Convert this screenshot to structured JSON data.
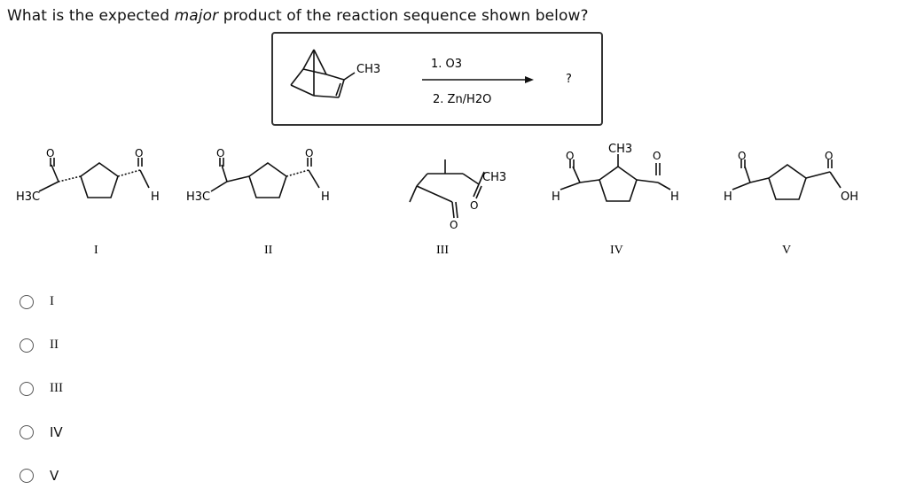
{
  "question": {
    "before": "What is the expected ",
    "emphasis": "major",
    "after": " product of the reaction sequence shown below?"
  },
  "scheme": {
    "reactant_group": "CH3",
    "step1": "1. O3",
    "step2": "2. Zn/H2O",
    "product": "?"
  },
  "structures": [
    {
      "label": "I",
      "left_group": "H3C",
      "right_group": "H"
    },
    {
      "label": "II",
      "left_group": "H3C",
      "right_group": "H"
    },
    {
      "label": "III",
      "group": "CH3",
      "oxygen_a": "O",
      "oxygen_b": "O"
    },
    {
      "label": "IV",
      "top_group": "CH3",
      "left_group": "H",
      "right_group": "H"
    },
    {
      "label": "V",
      "left_group": "H",
      "right_group": "OH"
    }
  ],
  "options": [
    {
      "label": "I"
    },
    {
      "label": "II"
    },
    {
      "label": "III"
    },
    {
      "label": "IV"
    },
    {
      "label": "V"
    }
  ]
}
